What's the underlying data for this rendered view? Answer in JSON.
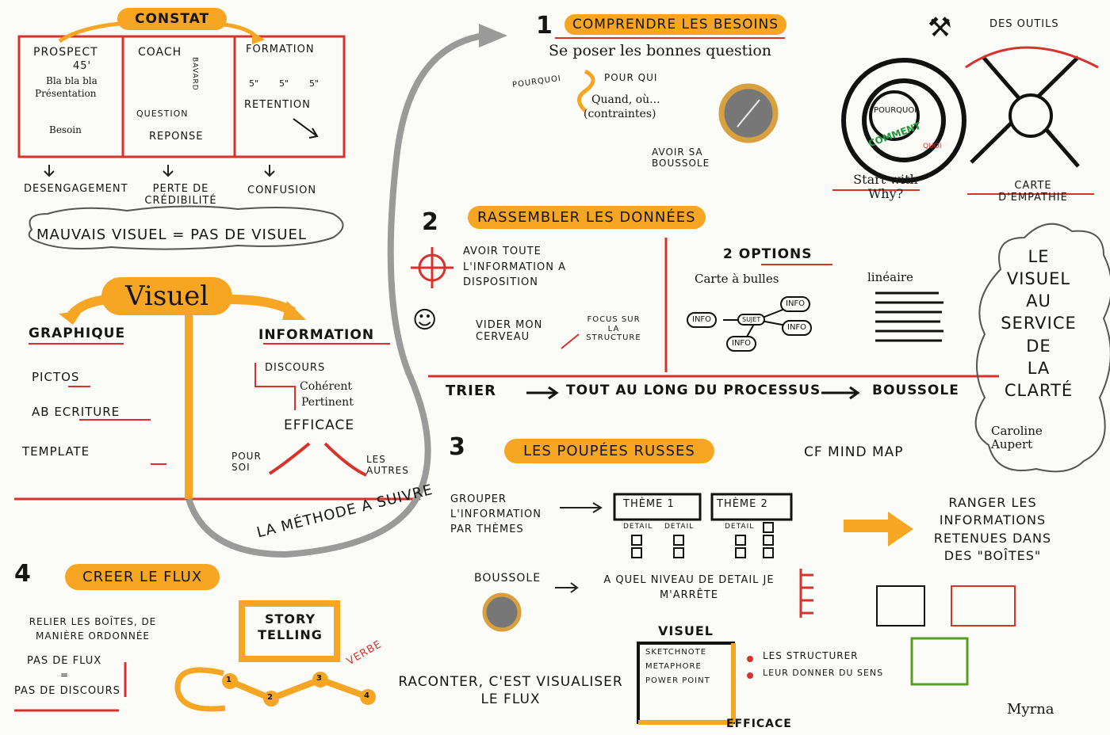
{
  "constat": {
    "title": "CONSTAT",
    "col1": {
      "title": "PROSPECT",
      "time": "45'",
      "l1": "Bla bla bla",
      "l2": "Présentation",
      "l3": "Besoin"
    },
    "col2": {
      "title": "COACH",
      "side": "BAVARD",
      "l1": "QUESTION",
      "l2": "REPONSE"
    },
    "col3": {
      "title": "FORMATION",
      "times": [
        "5\"",
        "5\"",
        "5\""
      ],
      "l1": "RETENTION"
    },
    "results": [
      "DESENGAGEMENT",
      "PERTE DE CRÉDIBILITÉ",
      "CONFUSION"
    ],
    "cloud": "MAUVAIS VISUEL = PAS DE VISUEL"
  },
  "visuel": {
    "title": "Visuel",
    "graphique": {
      "title": "GRAPHIQUE",
      "items": [
        "PICTOS",
        "Ab ECRITURE",
        "TEMPLATE"
      ]
    },
    "information": {
      "title": "INFORMATION",
      "l1": "DISCOURS",
      "l2": "Cohérent",
      "l3": "Pertinent",
      "l4": "EFFICACE",
      "l5": "POUR SOI",
      "l6": "LES AUTRES"
    }
  },
  "methode": "LA MÉTHODE A SUIVRE",
  "step1": {
    "num": "1",
    "title": "COMPRENDRE LES BESOINS",
    "sub": "Se poser les bonnes question",
    "words": [
      "POURQUOI",
      "POUR QUI",
      "Quand, où...",
      "(contraintes)"
    ],
    "compass": "AVOIR SA BOUSSOLE"
  },
  "outils": {
    "title": "DES OUTILS",
    "circle": [
      "POURQUOI",
      "COMMENT",
      "QUOI"
    ],
    "circle_caption": "Start with Why?",
    "map_caption": "CARTE D'EMPATHIE"
  },
  "step2": {
    "num": "2",
    "title": "RASSEMBLER LES DONNÉES",
    "l1": "AVOIR TOUTE L'INFORMATION A DISPOSITION",
    "l2": "VIDER MON CERVEAU",
    "l3": "FOCUS SUR LA STRUCTURE",
    "options": "2 OPTIONS",
    "opt1": "Carte à bulles",
    "opt2": "linéaire",
    "bubbles": [
      "INFO",
      "INFO",
      "SUJET",
      "INFO",
      "INFO"
    ]
  },
  "trier": {
    "a": "TRIER",
    "b": "TOUT AU LONG DU PROCESSUS",
    "c": "BOUSSOLE"
  },
  "cloud_right": {
    "lines": [
      "LE",
      "VISUEL",
      "AU",
      "SERVICE",
      "DE",
      "LA",
      "CLARTÉ"
    ],
    "author": "Caroline Aupert"
  },
  "step3": {
    "num": "3",
    "title": "LES POUPÉES RUSSES",
    "cf": "cf MIND MAP",
    "grouper": "GROUPER L'INFORMATION PAR THÈMES",
    "themes": [
      "THÈME 1",
      "THÈME 2"
    ],
    "detail": "DETAIL",
    "ranger": "RANGER LES INFORMATIONS RETENUES DANS DES \"BOÎTES\"",
    "boussole": "BOUSSOLE",
    "niveau": "A QUEL NIVEAU DE DETAIL JE M'ARRÊTE"
  },
  "step4": {
    "num": "4",
    "title": "CREER LE FLUX",
    "l1": "RELIER LES BOÎTES, DE MANIÈRE ORDONNÉE",
    "l2": "PAS DE FLUX",
    "eq": "=",
    "l3": "PAS DE DISCOURS",
    "story": "STORY TELLING",
    "verbe": "VERBE",
    "steps": [
      "1",
      "2",
      "3",
      "4"
    ],
    "raconter": "RACONTER, C'EST VISUALISER LE FLUX",
    "visuel": "VISUEL",
    "v_items": [
      "SKETCHNOTE",
      "METAPHORE",
      "POWER POINT"
    ],
    "b1": "LES STRUCTURER",
    "b2": "LEUR DONNER DU SENS",
    "efficace": "EFFICACE"
  },
  "signature": "Myrna"
}
